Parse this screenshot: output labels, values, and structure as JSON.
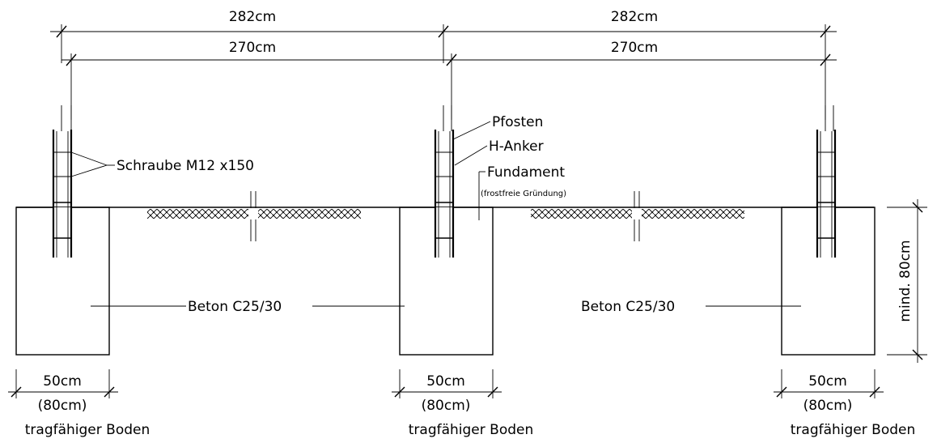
{
  "dimensions": {
    "span_outer_left": "282cm",
    "span_outer_right": "282cm",
    "span_inner_left": "270cm",
    "span_inner_right": "270cm",
    "depth": "mind. 80cm"
  },
  "footings": [
    {
      "width": "50cm",
      "alt_width": "(80cm)",
      "soil": "tragfähiger Boden"
    },
    {
      "width": "50cm",
      "alt_width": "(80cm)",
      "soil": "tragfähiger Boden"
    },
    {
      "width": "50cm",
      "alt_width": "(80cm)",
      "soil": "tragfähiger Boden"
    }
  ],
  "labels": {
    "screw": "Schraube M12 x150",
    "post": "Pfosten",
    "anchor": "H-Anker",
    "foundation": "Fundament",
    "foundation_note": "(frostfreie Gründung)",
    "concrete_left": "Beton C25/30",
    "concrete_right": "Beton C25/30"
  },
  "colors": {
    "line": "#000000",
    "background": "#ffffff"
  }
}
